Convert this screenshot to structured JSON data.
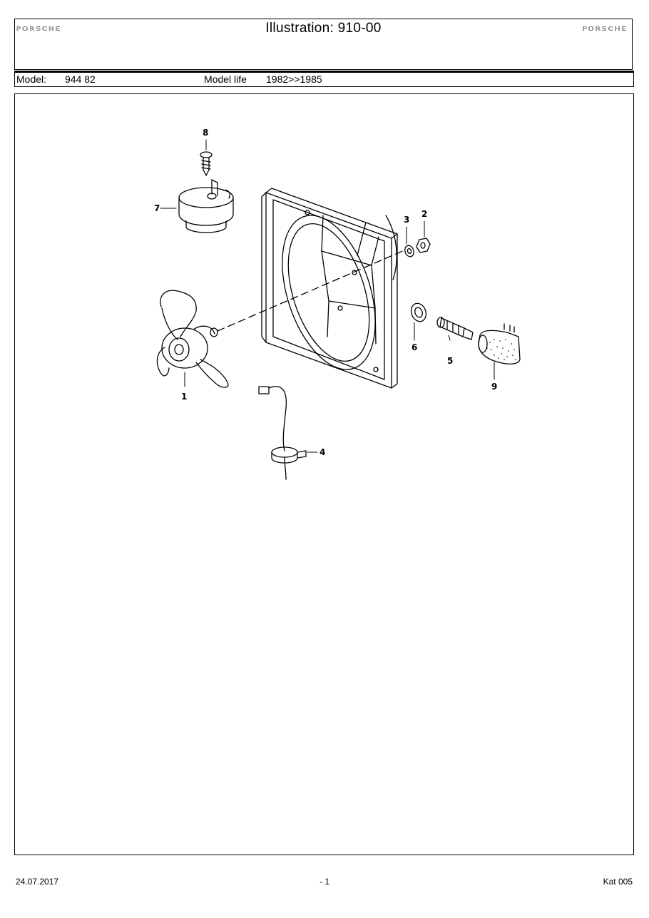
{
  "header": {
    "logo_left": "PORSCHE",
    "title": "Illustration: 910-00",
    "logo_right": "PORSCHE"
  },
  "model": {
    "label": "Model:",
    "value": "944 82",
    "life_label": "Model life",
    "life_value": "1982>>1985"
  },
  "illustration": {
    "callouts": [
      "1",
      "2",
      "3",
      "4",
      "5",
      "6",
      "7",
      "8",
      "9"
    ]
  },
  "footer": {
    "date": "24.07.2017",
    "page": "- 1",
    "catalog": "Kat 005"
  }
}
